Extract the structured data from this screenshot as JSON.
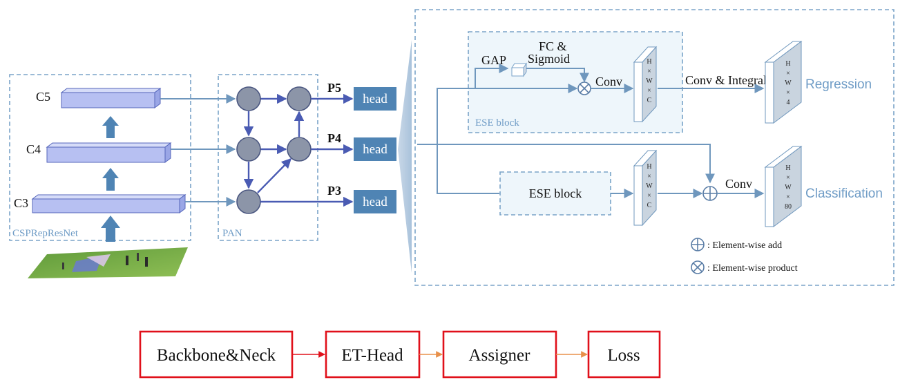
{
  "backbone": {
    "title": "CSPRepResNet",
    "levels": [
      "C5",
      "C4",
      "C3"
    ]
  },
  "neck": {
    "title": "PAN",
    "outputs": [
      "P5",
      "P4",
      "P3"
    ],
    "head_label": "head"
  },
  "head_detail": {
    "ese_top_label": "ESE block",
    "gap": "GAP",
    "fc_line1": "FC &",
    "fc_line2": "Sigmoid",
    "conv": "Conv",
    "conv_integral": "Conv & Integral",
    "regression": "Regression",
    "classification": "Classification",
    "ese_bottom_label": "ESE block",
    "conv_cls": "Conv",
    "tensor_mid": [
      "H",
      "×",
      "W",
      "×",
      "C"
    ],
    "tensor_reg": [
      "H",
      "×",
      "W",
      "×",
      "4"
    ],
    "tensor_cls": [
      "H",
      "×",
      "W",
      "×",
      "80"
    ],
    "legend_add": ": Element-wise add",
    "legend_product": ": Element-wise product"
  },
  "pipeline": {
    "steps": [
      "Backbone&Neck",
      "ET-Head",
      "Assigner",
      "Loss"
    ]
  },
  "colors": {
    "dash": "#7aa3c8",
    "head": "#4f84b4",
    "pan_line": "#4a5bb3",
    "flow_border": "#e0101a",
    "flow_arrow_1": "#e0101a",
    "flow_arrow_2": "#e8904a"
  }
}
